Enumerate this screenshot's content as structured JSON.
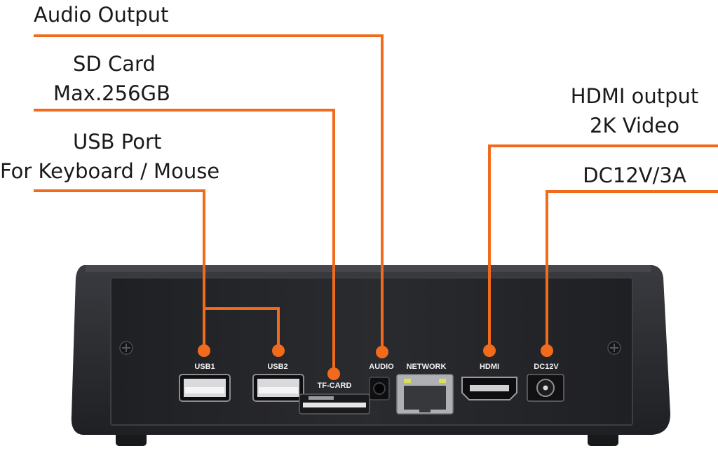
{
  "callouts": {
    "audio": "Audio Output",
    "sd_card_line1": "SD Card",
    "sd_card_line2": "Max.256GB",
    "usb_line1": "USB Port",
    "usb_line2": "For Keyboard / Mouse",
    "hdmi_line1": "HDMI output",
    "hdmi_line2": "2K Video",
    "power": "DC12V/3A"
  },
  "ports": {
    "usb1": "USB1",
    "usb2": "USB2",
    "tf_card": "TF-CARD",
    "audio": "AUDIO",
    "network": "NETWORK",
    "hdmi": "HDMI",
    "dc12v": "DC12V"
  },
  "colors": {
    "leader_line": "#f26a1b",
    "device_body": "#2c2d31",
    "panel": "#232427",
    "background": "#ffffff"
  }
}
